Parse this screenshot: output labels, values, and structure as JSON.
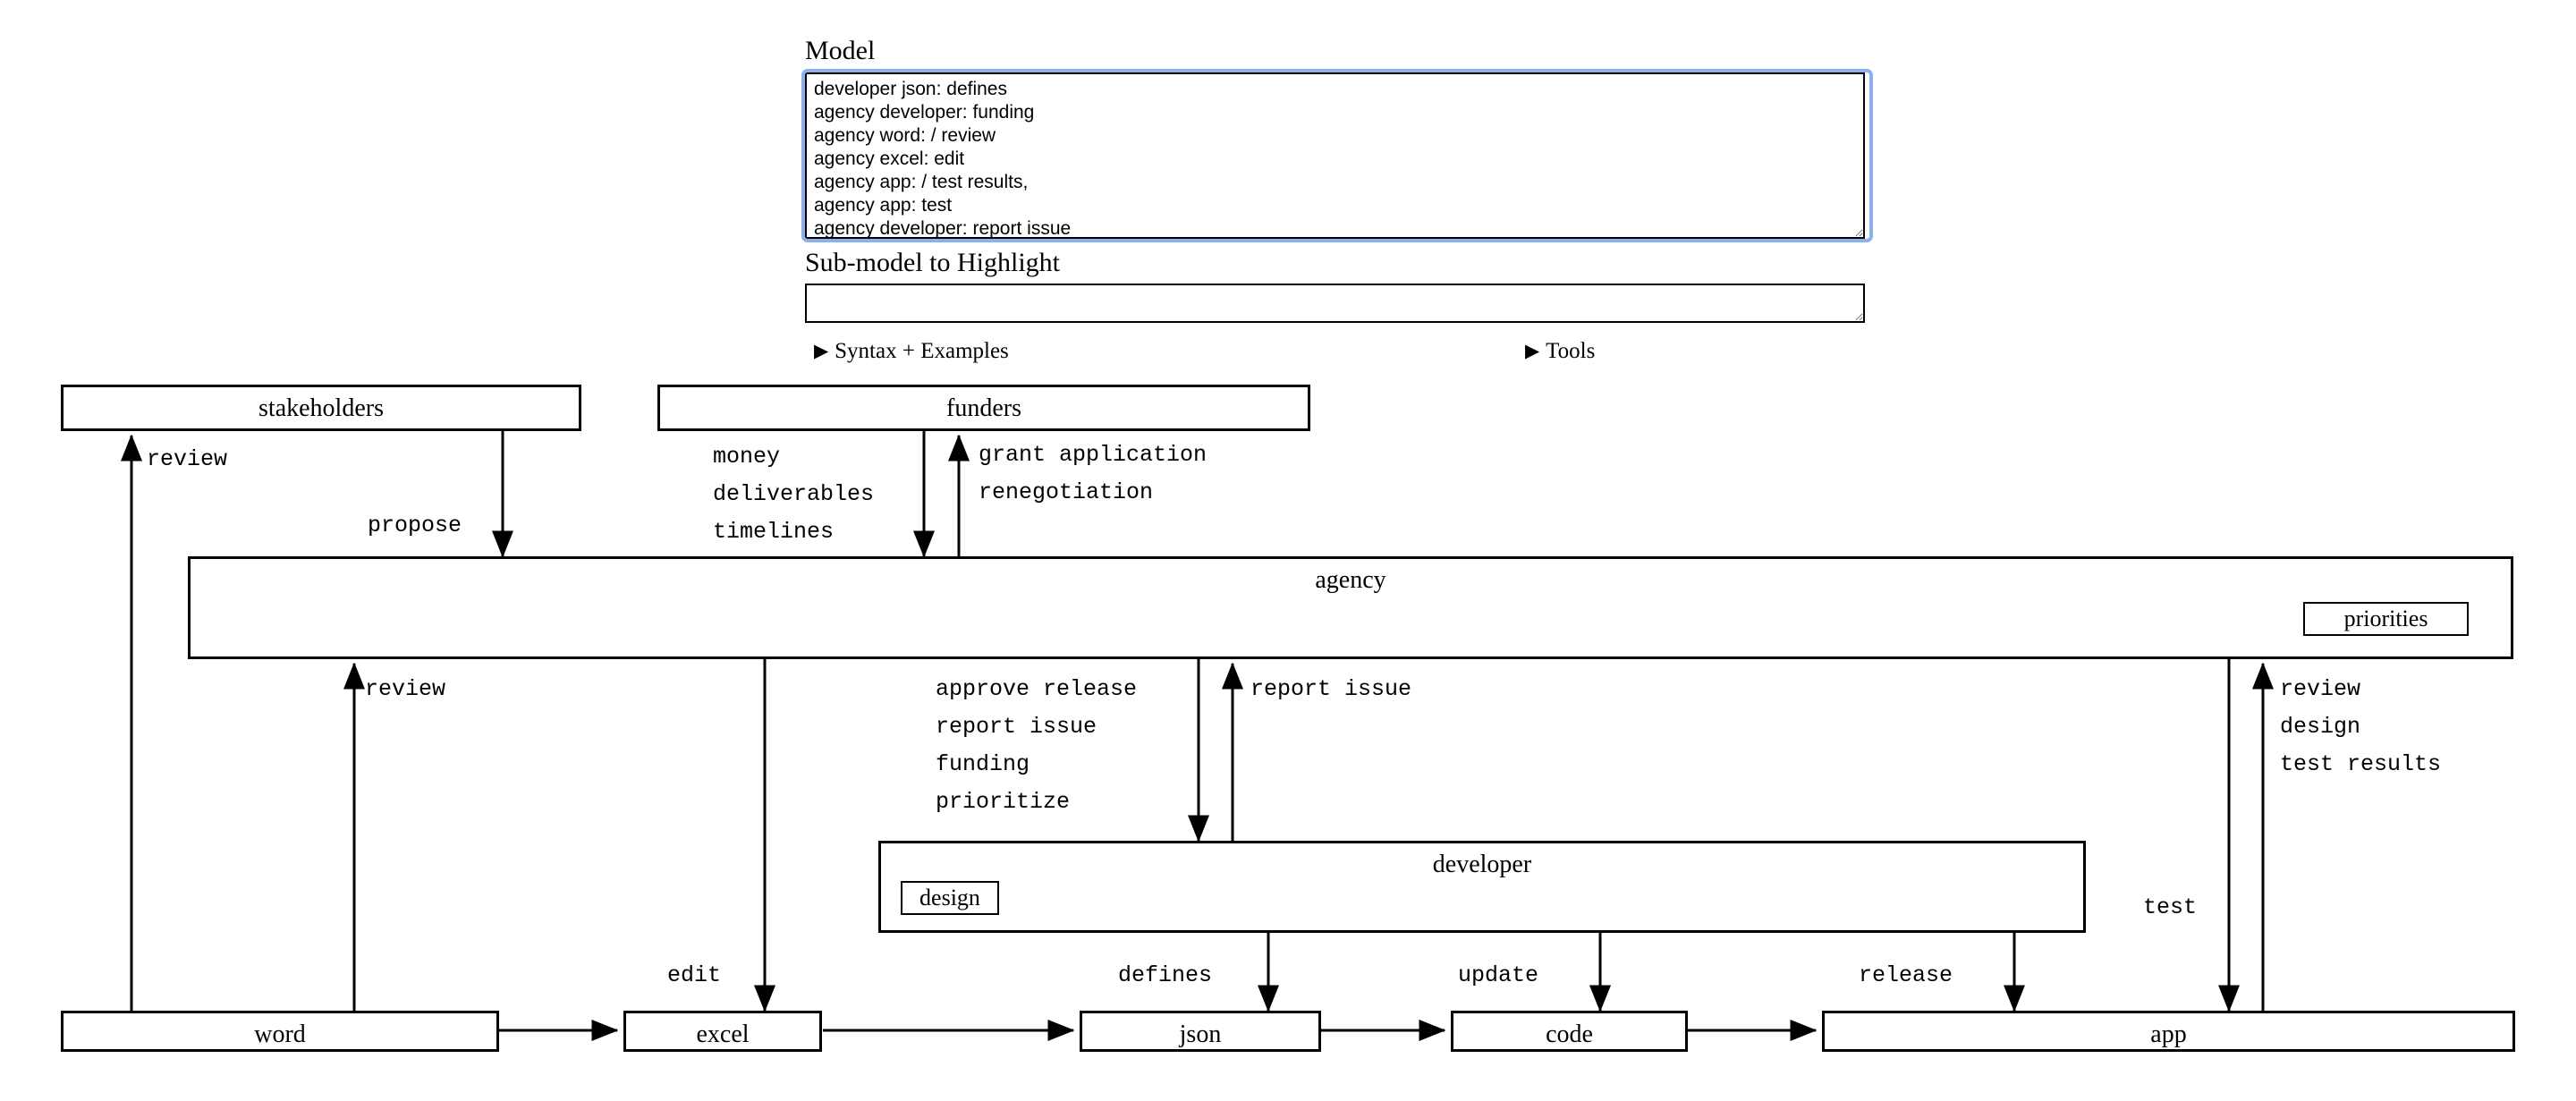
{
  "form": {
    "model_label": "Model",
    "model_value": "developer json: defines\nagency developer: funding\nagency word: / review\nagency excel: edit\nagency app: / test results,\nagency app: test\nagency developer: report issue",
    "model_placeholder": "",
    "sub_label": "Sub-model to Highlight",
    "sub_value": "",
    "sub_placeholder": "",
    "disclosure_syntax": "Syntax + Examples",
    "disclosure_tools": "Tools",
    "triangle_glyph": "▶"
  },
  "diagram": {
    "nodes": {
      "stakeholders": "stakeholders",
      "funders": "funders",
      "agency": "agency",
      "developer": "developer",
      "word": "word",
      "excel": "excel",
      "json": "json",
      "code": "code",
      "app": "app"
    },
    "badges": {
      "priorities": "priorities",
      "design": "design"
    },
    "edge_labels": {
      "review_stakeholders": "review",
      "propose": "propose",
      "money_block": "money\ndeliverables\ntimelines",
      "grant_block": "grant application\nrenegotiation",
      "review_agency_excel": "review",
      "approve_block": "approve release\nreport issue\nfunding\nprioritize",
      "report_issue": "report issue",
      "review_design_block": "review\ndesign\ntest results",
      "test": "test",
      "edit": "edit",
      "defines": "defines",
      "update": "update",
      "release": "release"
    }
  },
  "colors": {
    "focus_ring": "#8cb0ef",
    "stroke": "#000000",
    "background": "#ffffff"
  }
}
